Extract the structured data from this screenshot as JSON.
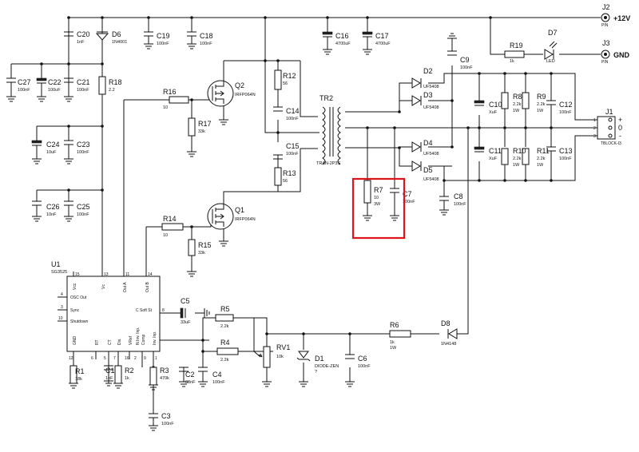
{
  "highlight_color": "#e0121a",
  "connectors": [
    {
      "ref": "J2",
      "pin_label": "PIN",
      "net": "+12V"
    },
    {
      "ref": "J3",
      "pin_label": "PIN",
      "net": "GND"
    },
    {
      "ref": "J1",
      "type": "TBLOCK-I3",
      "pins": [
        "1",
        "2",
        "3"
      ],
      "marks": [
        "+",
        "0",
        "-"
      ]
    }
  ],
  "capacitors": [
    {
      "ref": "C20",
      "value": "1nF"
    },
    {
      "ref": "C19",
      "value": "100nF"
    },
    {
      "ref": "C18",
      "value": "100nF"
    },
    {
      "ref": "C16",
      "value": "4700uF"
    },
    {
      "ref": "C17",
      "value": "4700uF"
    },
    {
      "ref": "C9",
      "value": "100nF"
    },
    {
      "ref": "C27",
      "value": "100nF"
    },
    {
      "ref": "C22",
      "value": "100uF"
    },
    {
      "ref": "C21",
      "value": "100nF"
    },
    {
      "ref": "C14",
      "value": "100nF"
    },
    {
      "ref": "C15",
      "value": "100nF"
    },
    {
      "ref": "C10",
      "value": "XuF"
    },
    {
      "ref": "C12",
      "value": "100nF"
    },
    {
      "ref": "C11",
      "value": "XuF"
    },
    {
      "ref": "C13",
      "value": "100nF"
    },
    {
      "ref": "C24",
      "value": "10uF"
    },
    {
      "ref": "C23",
      "value": "100nF"
    },
    {
      "ref": "C7",
      "value": "100nF"
    },
    {
      "ref": "C8",
      "value": "100nF"
    },
    {
      "ref": "C26",
      "value": "10nF"
    },
    {
      "ref": "C25",
      "value": "100nF"
    },
    {
      "ref": "C5",
      "value": "33uF"
    },
    {
      "ref": "C1",
      "value": "1nF"
    },
    {
      "ref": "C2",
      "value": "68nF"
    },
    {
      "ref": "C4",
      "value": "100nF"
    },
    {
      "ref": "C6",
      "value": "100nF"
    },
    {
      "ref": "C3",
      "value": "100nF"
    }
  ],
  "resistors": [
    {
      "ref": "R19",
      "value": "1k"
    },
    {
      "ref": "R18",
      "value": "2.2"
    },
    {
      "ref": "R16",
      "value": "10"
    },
    {
      "ref": "R17",
      "value": "33k"
    },
    {
      "ref": "R12",
      "value": "56"
    },
    {
      "ref": "R13",
      "value": "56"
    },
    {
      "ref": "R8",
      "value": "2.2k",
      "power": "1W"
    },
    {
      "ref": "R9",
      "value": "2.2k",
      "power": "1W"
    },
    {
      "ref": "R10",
      "value": "2.2k",
      "power": "1W"
    },
    {
      "ref": "R11",
      "value": "2.2k",
      "power": "1W"
    },
    {
      "ref": "R7",
      "value": "10",
      "power": "3W"
    },
    {
      "ref": "R14",
      "value": "10"
    },
    {
      "ref": "R15",
      "value": "33k"
    },
    {
      "ref": "R5",
      "value": "2.2k"
    },
    {
      "ref": "R4",
      "value": "2.2k"
    },
    {
      "ref": "R6",
      "value": "1k",
      "power": "1W"
    },
    {
      "ref": "R1",
      "value": "18k"
    },
    {
      "ref": "R2",
      "value": "1k"
    },
    {
      "ref": "R3",
      "value": "470k"
    }
  ],
  "semis": [
    {
      "ref": "D6",
      "value": "1N4001"
    },
    {
      "ref": "D7",
      "value": "LED"
    },
    {
      "ref": "D2",
      "value": "UF5408"
    },
    {
      "ref": "D3",
      "value": "UF5408"
    },
    {
      "ref": "D4",
      "value": "UF5408"
    },
    {
      "ref": "D5",
      "value": "UF5408"
    },
    {
      "ref": "D8",
      "value": "1N4148"
    },
    {
      "ref": "D1",
      "value": "DIODE-ZEN",
      "extra": "?"
    },
    {
      "ref": "Q2",
      "value": "IRFP064N"
    },
    {
      "ref": "Q1",
      "value": "IRFP064N"
    }
  ],
  "transformer": {
    "ref": "TR2",
    "value": "TRAN-2P3S"
  },
  "pot": {
    "ref": "RV1",
    "value": "10k"
  },
  "ic": {
    "ref": "U1",
    "value": "SG3525",
    "pins_top": [
      {
        "num": "15",
        "label": "Vcc"
      },
      {
        "num": "13",
        "label": "Vc"
      },
      {
        "num": "11",
        "label": "Out A"
      },
      {
        "num": "14",
        "label": "Out B"
      }
    ],
    "pins_left": [
      {
        "num": "4",
        "label": "OSC Out"
      },
      {
        "num": "3",
        "label": "Sync"
      },
      {
        "num": "10",
        "label": "Shutdown"
      }
    ],
    "pins_right": [
      {
        "num": "8",
        "label": "C Soft St"
      }
    ],
    "pins_bottom": [
      {
        "num": "12",
        "label": "GND"
      },
      {
        "num": "6",
        "label": "RT"
      },
      {
        "num": "5",
        "label": "CT"
      },
      {
        "num": "7",
        "label": "Dis."
      },
      {
        "num": "16",
        "label": "VRef"
      },
      {
        "num": "9",
        "label": "Comp"
      },
      {
        "num": "1",
        "label": "Inv. Inp."
      },
      {
        "num": "2",
        "label": "N.Inv. Inp."
      }
    ]
  }
}
